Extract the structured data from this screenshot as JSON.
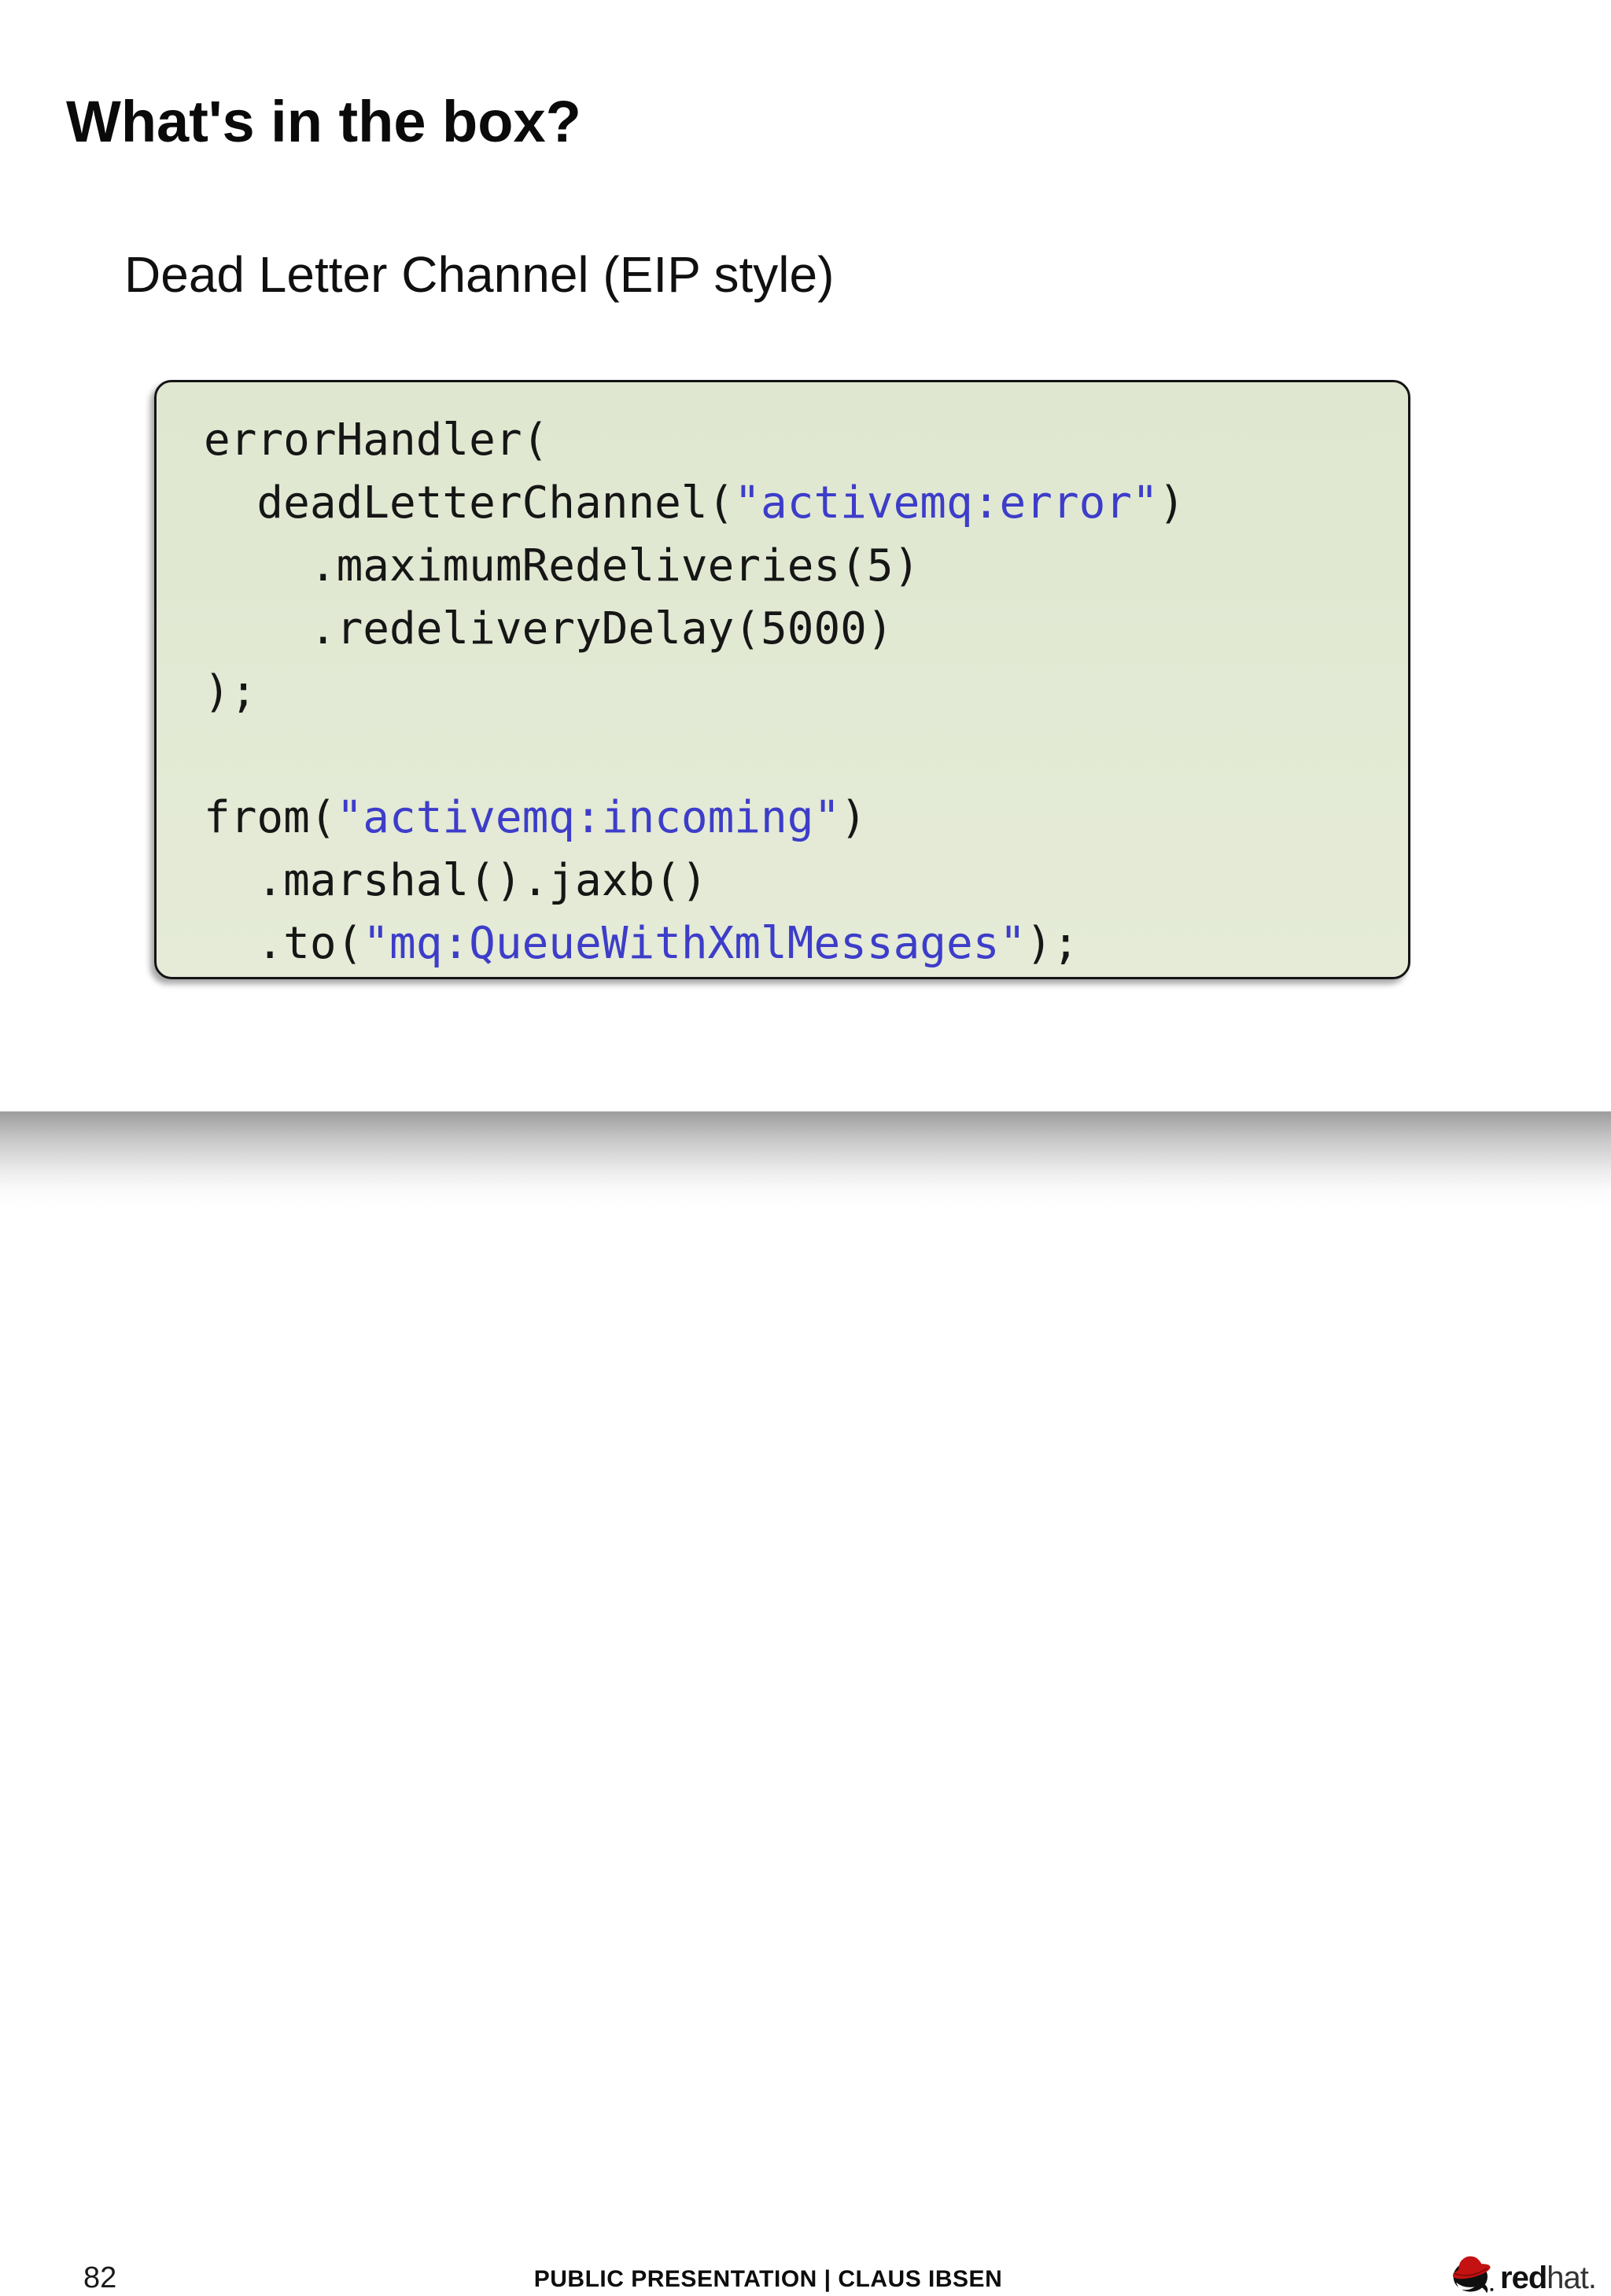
{
  "title": "What's in the box?",
  "subtitle": "Dead Letter Channel (EIP style)",
  "code": {
    "colors": {
      "background_top": "#dfe7d0",
      "background_bottom": "#e5ebd7",
      "border": "#141414",
      "text": "#161616",
      "string": "#3d3dc9"
    },
    "lines": [
      [
        {
          "t": "errorHandler("
        }
      ],
      [
        {
          "t": "  deadLetterChannel("
        },
        {
          "t": "\"activemq:error\"",
          "s": true
        },
        {
          "t": ")"
        }
      ],
      [
        {
          "t": "    .maximumRedeliveries(5)"
        }
      ],
      [
        {
          "t": "    .redeliveryDelay(5000)"
        }
      ],
      [
        {
          "t": ");"
        }
      ],
      [],
      [
        {
          "t": "from("
        },
        {
          "t": "\"activemq:incoming\"",
          "s": true
        },
        {
          "t": ")"
        }
      ],
      [
        {
          "t": "  .marshal().jaxb()"
        }
      ],
      [
        {
          "t": "  .to("
        },
        {
          "t": "\"mq:QueueWithXmlMessages\"",
          "s": true
        },
        {
          "t": ");"
        }
      ]
    ]
  },
  "footer": {
    "page_number": "82",
    "presentation_label": "PUBLIC PRESENTATION | CLAUS IBSEN",
    "logo": {
      "brand_bold": "red",
      "brand_light": "hat",
      "period": ".",
      "hat_color": "#c41111",
      "ink_color": "#101010"
    }
  }
}
